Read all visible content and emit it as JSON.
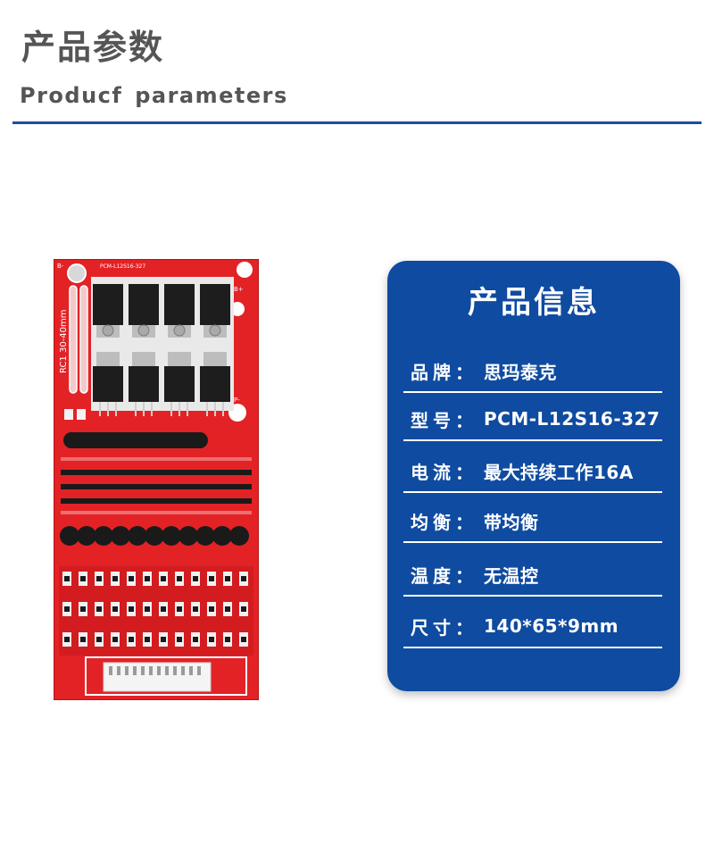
{
  "header": {
    "title_cn": "产品参数",
    "title_en": "Producf  parameters"
  },
  "colors": {
    "accent_blue": "#0f4ba0",
    "rule_blue": "#1c4ea0",
    "board_red": "#e32226",
    "heading_gray": "#555555"
  },
  "board": {
    "silk_model": "PCM-L12S16-327",
    "silk_rc": "RC1 30-40mm",
    "terminals": [
      "B-",
      "B+",
      "P+",
      "P-"
    ]
  },
  "card": {
    "title": "产品信息",
    "rows": [
      {
        "label_a": "品",
        "label_b": "牌",
        "colon": "：",
        "value": "思玛泰克"
      },
      {
        "label_a": "型",
        "label_b": "号",
        "colon": "：",
        "value": "PCM-L12S16-327"
      },
      {
        "label_a": "电",
        "label_b": "流",
        "colon": "：",
        "value": "最大持续工作16A"
      },
      {
        "label_a": "均",
        "label_b": "衡",
        "colon": "：",
        "value": "带均衡"
      },
      {
        "label_a": "温",
        "label_b": "度",
        "colon": "：",
        "value": "无温控"
      },
      {
        "label_a": "尺",
        "label_b": "寸",
        "colon": "：",
        "value": "140*65*9mm"
      }
    ]
  }
}
